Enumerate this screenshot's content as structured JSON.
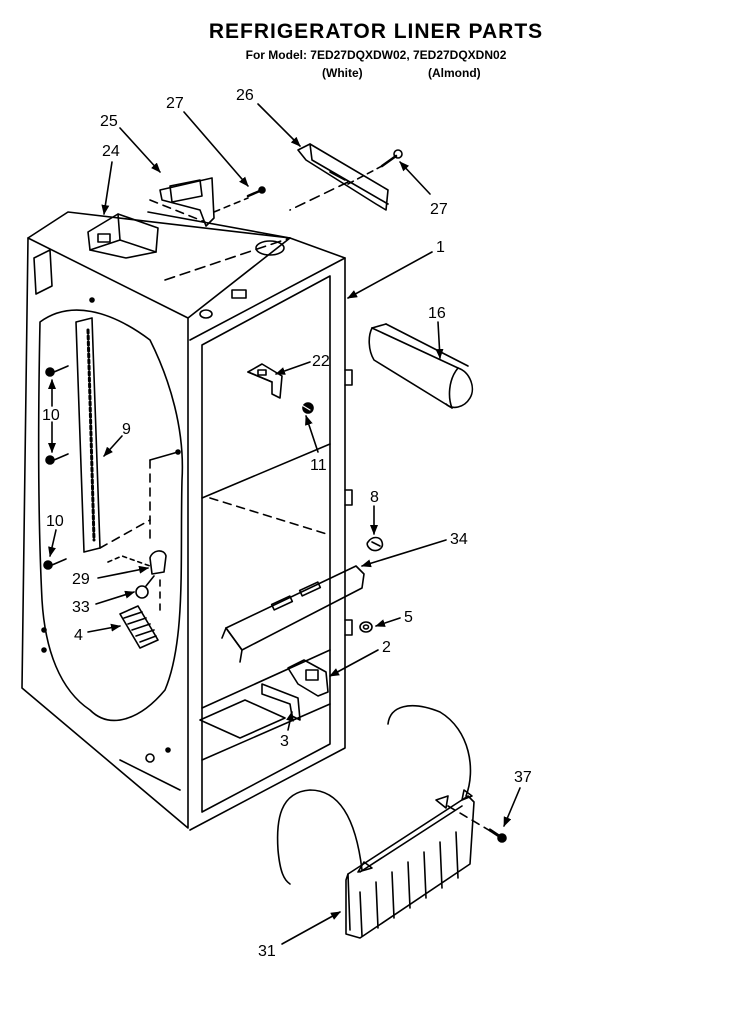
{
  "title": "REFRIGERATOR LINER PARTS",
  "subtitle": "For Model: 7ED27DQXDW02, 7ED27DQXDN02",
  "variants": [
    "(White)",
    "(Almond)"
  ],
  "callouts": [
    {
      "id": "c27a",
      "text": "27"
    },
    {
      "id": "c26",
      "text": "26"
    },
    {
      "id": "c25",
      "text": "25"
    },
    {
      "id": "c24",
      "text": "24"
    },
    {
      "id": "c27b",
      "text": "27"
    },
    {
      "id": "c1",
      "text": "1"
    },
    {
      "id": "c16",
      "text": "16"
    },
    {
      "id": "c22",
      "text": "22"
    },
    {
      "id": "c10a",
      "text": "10"
    },
    {
      "id": "c9",
      "text": "9"
    },
    {
      "id": "c11",
      "text": "11"
    },
    {
      "id": "c8",
      "text": "8"
    },
    {
      "id": "c10b",
      "text": "10"
    },
    {
      "id": "c34",
      "text": "34"
    },
    {
      "id": "c29",
      "text": "29"
    },
    {
      "id": "c33",
      "text": "33"
    },
    {
      "id": "c5",
      "text": "5"
    },
    {
      "id": "c4",
      "text": "4"
    },
    {
      "id": "c2",
      "text": "2"
    },
    {
      "id": "c3",
      "text": "3"
    },
    {
      "id": "c37",
      "text": "37"
    },
    {
      "id": "c31",
      "text": "31"
    }
  ]
}
